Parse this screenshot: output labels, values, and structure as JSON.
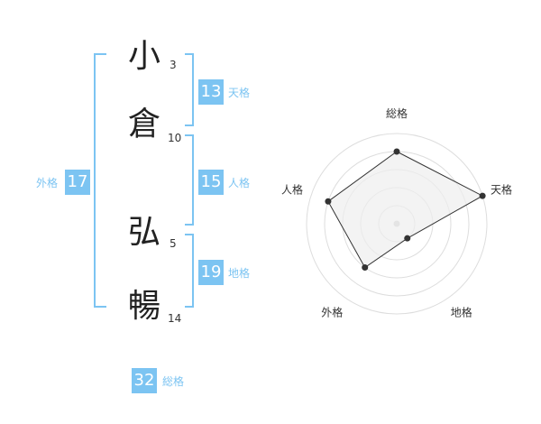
{
  "name": {
    "characters": [
      {
        "char": "小",
        "strokes": "3"
      },
      {
        "char": "倉",
        "strokes": "10"
      },
      {
        "char": "弘",
        "strokes": "5"
      },
      {
        "char": "暢",
        "strokes": "14"
      }
    ]
  },
  "fortune": {
    "tenkaku": {
      "label": "天格",
      "value": "13"
    },
    "jinkaku": {
      "label": "人格",
      "value": "15"
    },
    "chikaku": {
      "label": "地格",
      "value": "19"
    },
    "gaikaku": {
      "label": "外格",
      "value": "17"
    },
    "soukaku": {
      "label": "総格",
      "value": "32"
    }
  },
  "chart_data": {
    "type": "radar",
    "axes": [
      "総格",
      "天格",
      "地格",
      "外格",
      "人格"
    ],
    "values": [
      4,
      5,
      1,
      3,
      4
    ],
    "max": 5,
    "colors": {
      "accent": "#7cc4f2",
      "fill": "#eeeeee",
      "line": "#333333",
      "grid": "#dddddd"
    }
  }
}
